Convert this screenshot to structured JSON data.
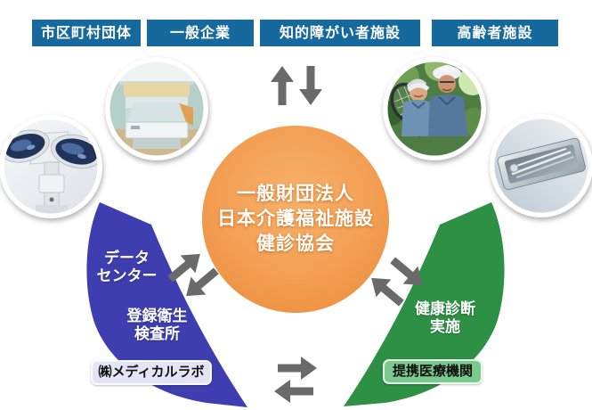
{
  "top_boxes": [
    {
      "label": "市区町村団体"
    },
    {
      "label": "一般企業"
    },
    {
      "label": "知的障がい者施設"
    },
    {
      "label": "高齢者施設"
    }
  ],
  "center_circle": {
    "line1": "一般財団法人",
    "line2": "日本介護福祉施設",
    "line3": "健診協会"
  },
  "left_flow": {
    "data_center_line1": "データ",
    "data_center_line2": "センター",
    "registry_line1": "登録衛生",
    "registry_line2": "検査所",
    "badge": "㈱メディカルラボ"
  },
  "right_flow": {
    "exam_line1": "健康診断",
    "exam_line2": "実施",
    "badge": "提携医療機関"
  },
  "photos": {
    "surgical_lights": "surgical-lights-photo",
    "mri_scanner": "mri-scanner-room-photo",
    "elderly_couple": "elderly-couple-tennis-photo",
    "instruments": "medical-instruments-tray-photo"
  },
  "colors": {
    "top_box_bg": "#16699c",
    "center_circle_light": "#f8b26b",
    "center_circle_dark": "#eb8938",
    "left_arc_blue": "#3e3eb0",
    "right_arc_green": "#2e9045",
    "arrow_gray": "#6a6a6a",
    "lab_badge_bg": "#e4e4f7",
    "partner_badge_bg": "#7bca8d"
  }
}
